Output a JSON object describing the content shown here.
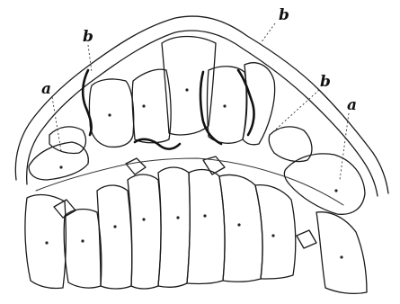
{
  "labels": [
    {
      "id": "a-left",
      "text": "a"
    },
    {
      "id": "b-upper-left",
      "text": "b"
    },
    {
      "id": "b-top-right",
      "text": "b"
    },
    {
      "id": "b-right",
      "text": "b"
    },
    {
      "id": "a-right",
      "text": "a"
    }
  ],
  "colors": {
    "ink": "#1a1a1a",
    "paper": "#ffffff"
  }
}
